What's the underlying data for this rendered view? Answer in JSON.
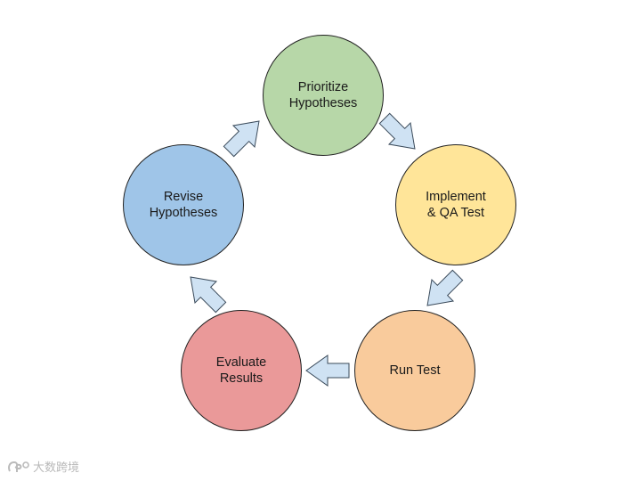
{
  "cycle": {
    "steps": [
      {
        "label": "Prioritize\nHypotheses",
        "color": "#b7d7a8"
      },
      {
        "label": "Implement\n& QA Test",
        "color": "#ffe599"
      },
      {
        "label": "Run Test",
        "color": "#f9cb9c"
      },
      {
        "label": "Evaluate\nResults",
        "color": "#ea9999"
      },
      {
        "label": "Revise\nHypotheses",
        "color": "#9fc5e8"
      }
    ],
    "arrow_color": "#cfe2f3"
  },
  "watermark": {
    "text": "大数跨境",
    "icon": "logo-mark-icon"
  }
}
